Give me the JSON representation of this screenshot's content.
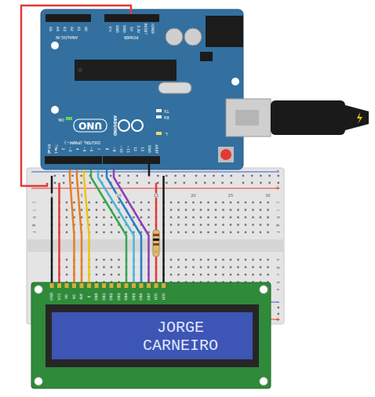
{
  "diagram": {
    "nodes": [
      {
        "text": [
          "UNO",
          "ARDUINO"
        ]
      },
      {
        "text": [
          "JORGE CARNEIRO"
        ]
      }
    ],
    "edges": [
      {
        "from": 0,
        "to": 1,
        "arrow": "none"
      },
      {
        "from": 0,
        "to": 1,
        "arrow": "none"
      },
      {
        "from": 0,
        "to": 1,
        "arrow": "none"
      },
      {
        "from": 0,
        "to": 1,
        "arrow": "none"
      },
      {
        "from": 0,
        "to": 1,
        "arrow": "none"
      },
      {
        "from": 0,
        "to": 1,
        "arrow": "none"
      },
      {
        "from": 0,
        "to": 1,
        "arrow": "none"
      }
    ],
    "labels": [
      "ANALOG IN",
      "A5",
      "A4",
      "A3",
      "A2",
      "A1",
      "A0",
      "POWER",
      "Vin",
      "GND",
      "GND",
      "5V",
      "3.3V",
      "RESET",
      "IOREF",
      "ON",
      "L",
      "TX",
      "RX",
      "DIGITAL (PWM~)",
      "RX◄0",
      "TX►1",
      "2",
      "~3",
      "4",
      "~5",
      "~6",
      "7",
      "8",
      "~9",
      "~10",
      "~11",
      "12",
      "13",
      "GND",
      "AREF",
      "1",
      "5",
      "10",
      "15",
      "20",
      "25",
      "30",
      "j",
      "i",
      "h",
      "g",
      "f",
      "j",
      "i",
      "h",
      "g",
      "f",
      "e",
      "d",
      "c",
      "b",
      "a",
      "-",
      "+",
      "-",
      "+",
      "GND",
      "VCC",
      "V0",
      "RS",
      "RW",
      "E",
      "DB0",
      "DB1",
      "DB2",
      "DB3",
      "DB4",
      "DB5",
      "DB6",
      "DB7",
      "LED",
      "LED"
    ]
  }
}
